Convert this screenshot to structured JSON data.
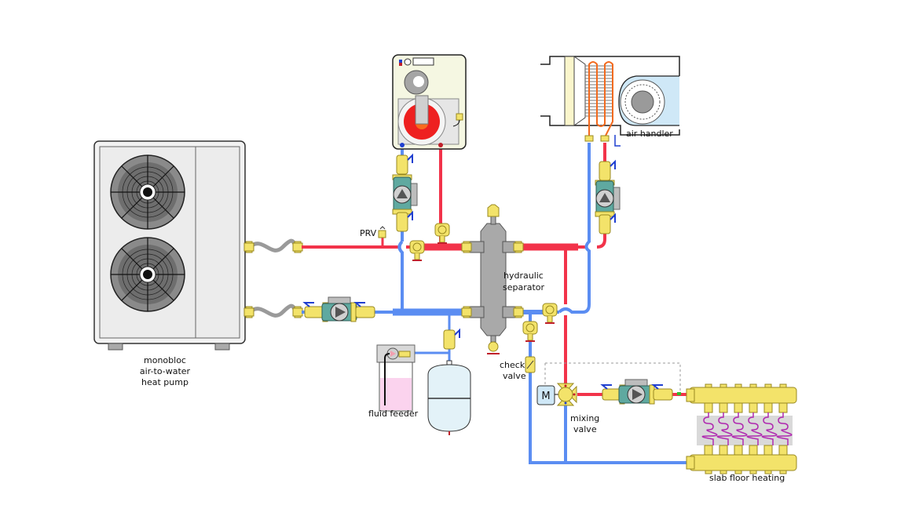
{
  "diagram": {
    "title": "Hydronic heating system with monobloc air-to-water heat pump",
    "colors": {
      "supply_hot": "#f2334a",
      "return_cold": "#5b8df2",
      "brass_fitting": "#f3e36a",
      "separator_gray": "#a9a9a9",
      "pump_teal": "#5fa9a0",
      "expansion_tank": "#e3f2f8",
      "fluid_pink": "#fbd3ee",
      "air_handler_blue": "#cfe8f7"
    },
    "components": {
      "heat_pump": {
        "label_lines": [
          "monobloc",
          "air-to-water",
          "heat pump"
        ],
        "fans": 2
      },
      "boiler": {
        "label": ""
      },
      "air_handler": {
        "label": "air handler"
      },
      "hydraulic_separator": {
        "label_lines": [
          "hydraulic",
          "separator"
        ]
      },
      "prv": {
        "label": "PRV"
      },
      "check_valve": {
        "label_lines": [
          "check",
          "valve"
        ]
      },
      "mixing_valve": {
        "label_lines": [
          "mixing",
          "valve"
        ],
        "actuator_symbol": "M"
      },
      "fluid_feeder": {
        "label": "fluid feeder"
      },
      "expansion_tank": {
        "label": ""
      },
      "slab_floor_heating": {
        "label": "slab floor heating",
        "circuits": 6
      }
    }
  }
}
